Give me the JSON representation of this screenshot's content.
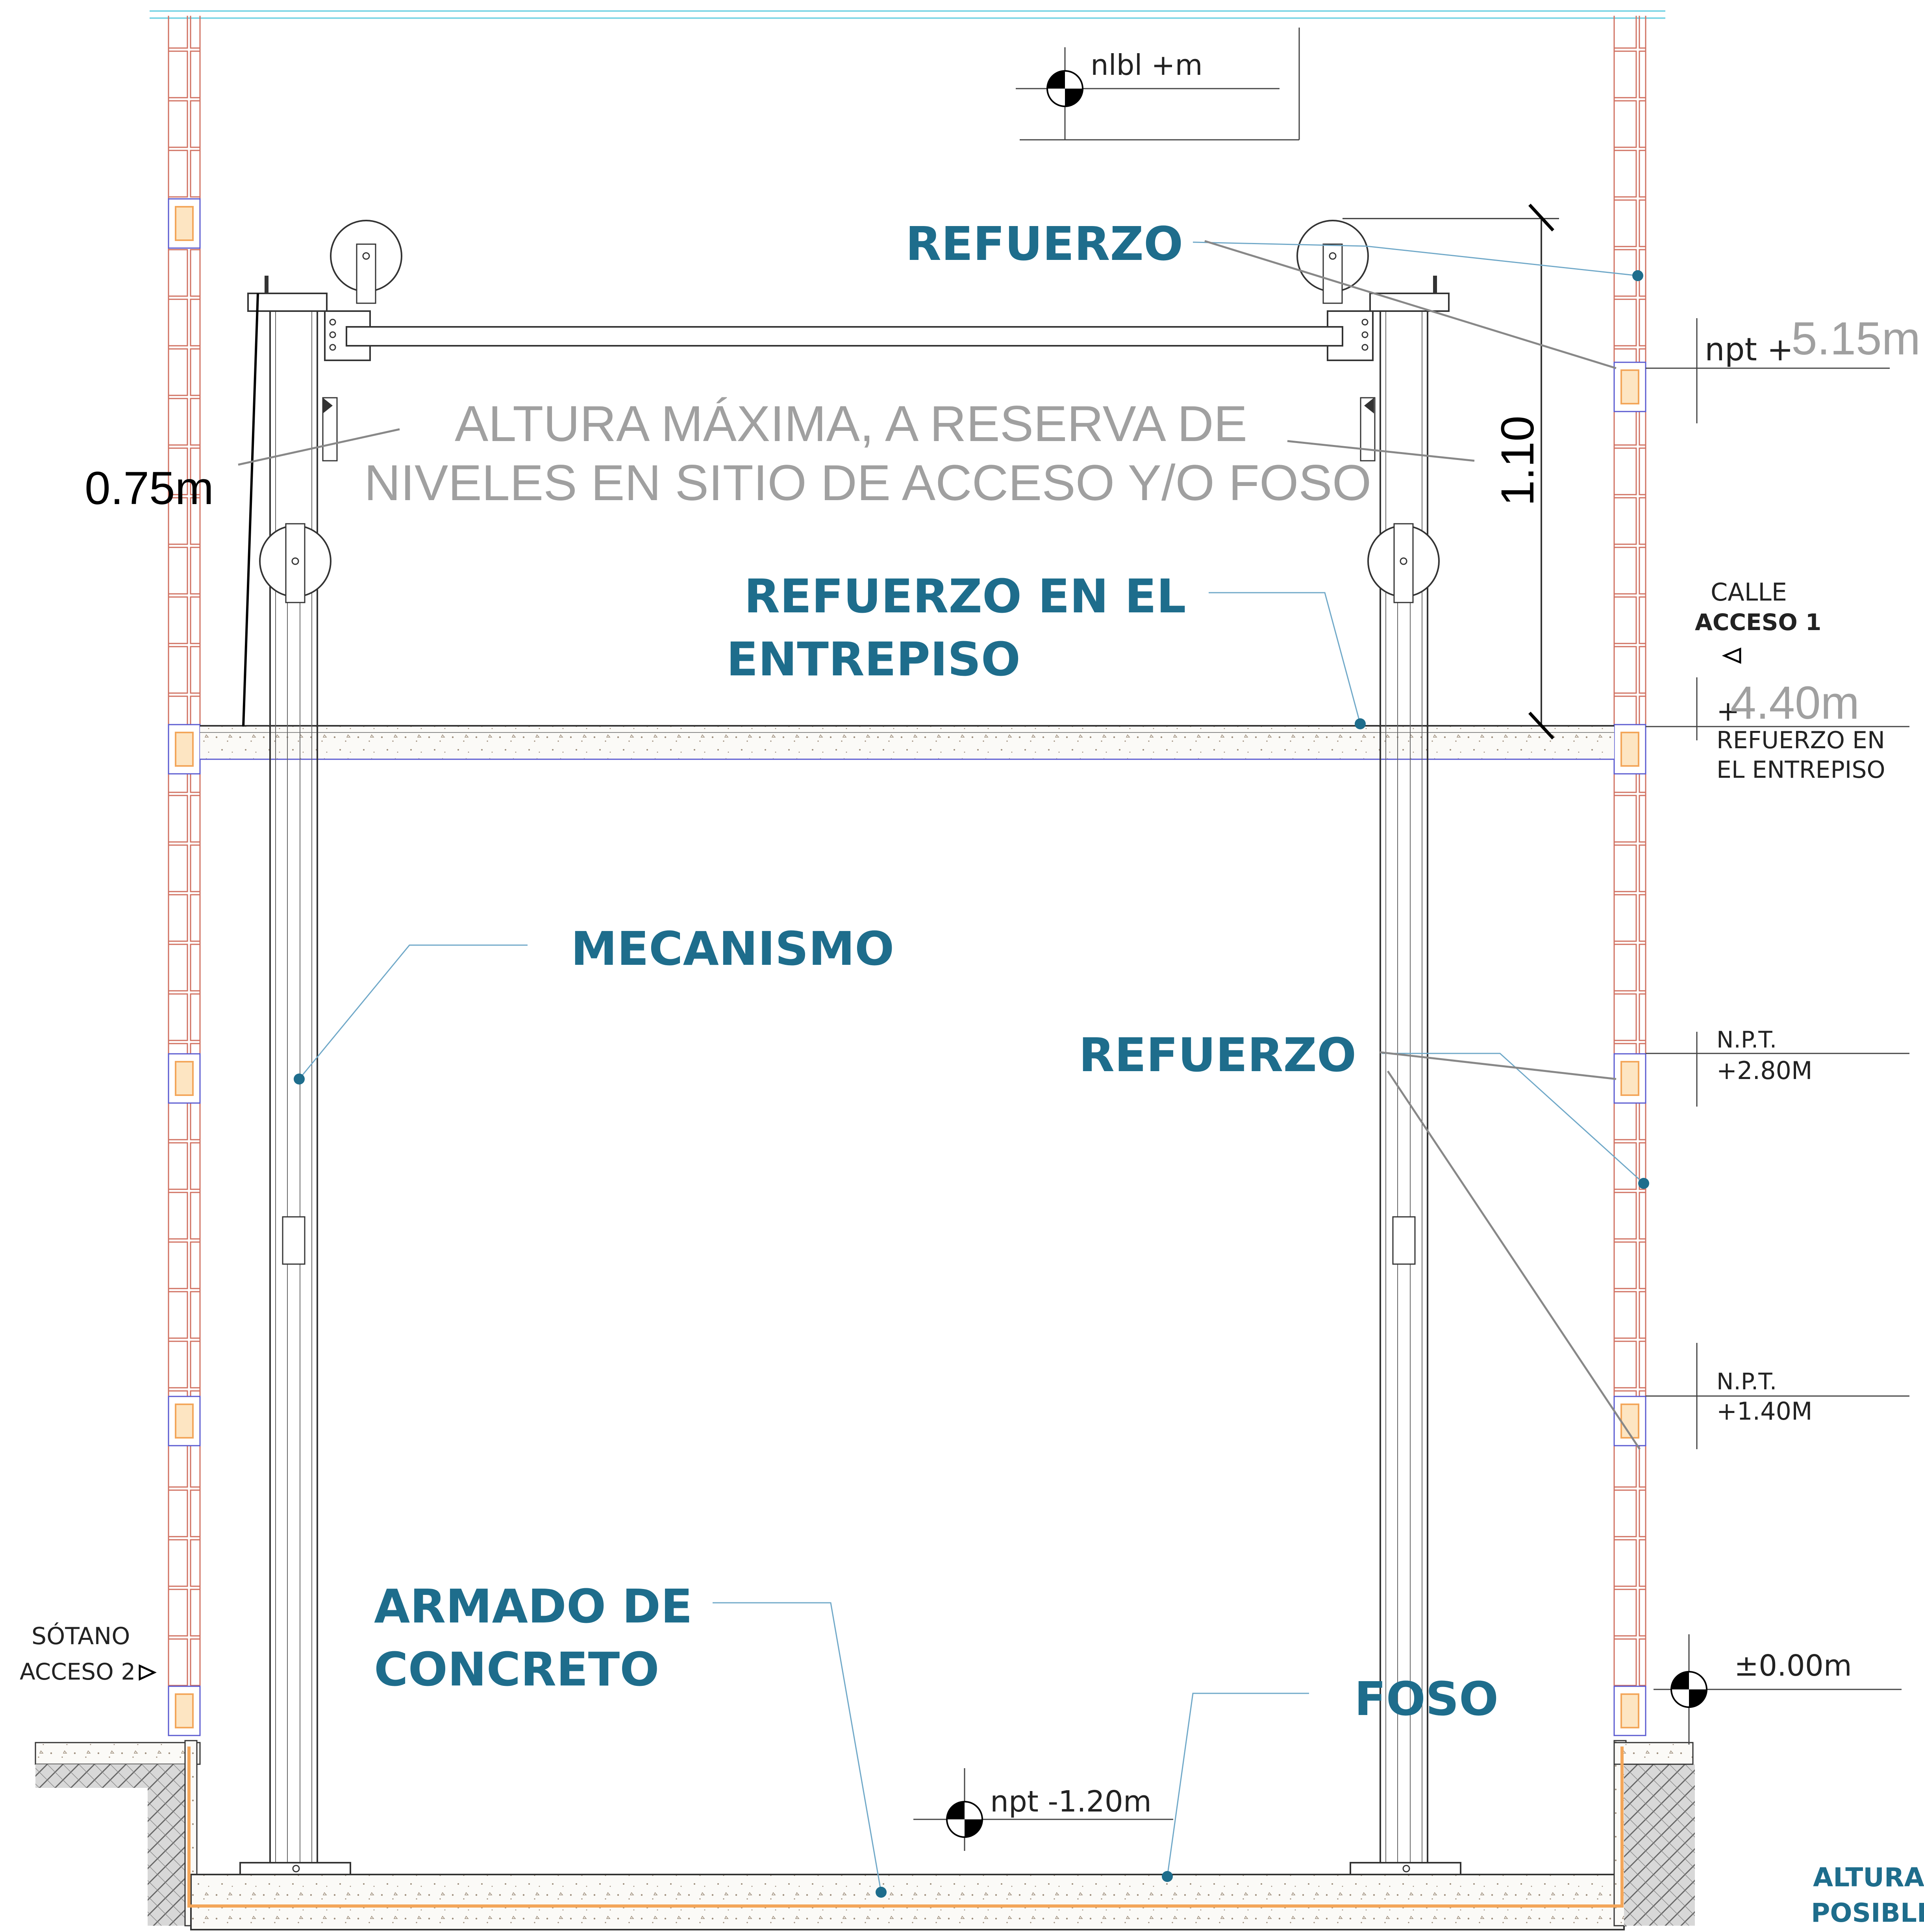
{
  "colors": {
    "annotation": "#1e6d8c",
    "leader": "#6fa8c8",
    "brick": "#d07060",
    "concrete": "#f3a65a",
    "steel": "#333333",
    "gray_text": "#a0a0a0"
  },
  "labels": {
    "refuerzo_top": "REFUERZO",
    "refuerzo_entrepiso_1": "REFUERZO EN EL",
    "refuerzo_entrepiso_2": "ENTREPISO",
    "mecanismo": "MECANISMO",
    "refuerzo_mid": "REFUERZO",
    "armado_1": "ARMADO DE",
    "armado_2": "CONCRETO",
    "foso": "FOSO",
    "altura_1": "ALTURA MÁXIMA, A RESERVA DE",
    "altura_2": "NIVELES EN SITIO DE ACCESO Y/O FOSO",
    "dim_075": "0.75m",
    "dim_110": "1.10",
    "nivel_top": "nlbl +m",
    "npt_515_prefix": "npt +",
    "npt_515_value": "5.15m",
    "calle": "CALLE",
    "acceso_1": "ACCESO 1",
    "npt_440_prefix": "+",
    "npt_440_value": "4.40m",
    "refuerzo_small_1": "REFUERZO EN",
    "refuerzo_small_2": "EL ENTREPISO",
    "npt_280_a": "N.P.T.",
    "npt_280_b": "+2.80M",
    "npt_140_a": "N.P.T.",
    "npt_140_b": "+1.40M",
    "sotano": "SÓTANO",
    "acceso_2": "ACCESO 2",
    "npt_000": "±0.00m",
    "npt_neg120": "npt -1.20m",
    "altura_corner_1": "ALTURA D",
    "altura_corner_2": "POSIBLE"
  },
  "icons": [
    "level-marker-icon",
    "access-arrow-icon"
  ]
}
